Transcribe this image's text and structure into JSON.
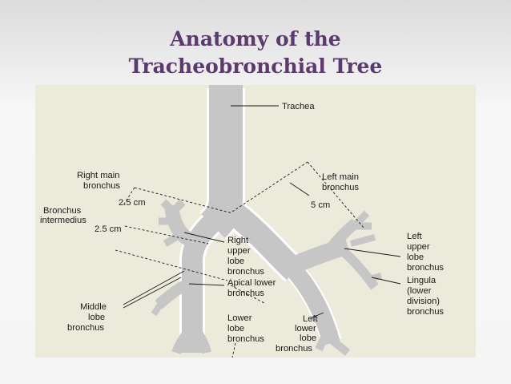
{
  "slide": {
    "title_line1": "Anatomy of the",
    "title_line2": "Tracheobronchial Tree"
  },
  "diagram": {
    "labels": {
      "trachea": "Trachea",
      "right_main_bronchus": [
        "Right main",
        "bronchus"
      ],
      "right_2_5cm_upper": "2.5 cm",
      "bronchus_intermedius": [
        "Bronchus",
        "intermedius"
      ],
      "right_2_5cm_lower": "2.5 cm",
      "left_main_bronchus": [
        "Left main",
        "bronchus"
      ],
      "left_5cm": "5 cm",
      "right_upper_lobe_bronchus": [
        "Right",
        "upper",
        "lobe",
        "bronchus"
      ],
      "apical_lower_bronchus": [
        "Apical lower",
        "bronchus"
      ],
      "middle_lobe_bronchus": [
        "Middle",
        "lobe",
        "bronchus"
      ],
      "lower_lobe_bronchus": [
        "Lower",
        "lobe",
        "bronchus"
      ],
      "left_lower_lobe_bronchus": [
        "Left",
        "lower",
        "lobe",
        "bronchus"
      ],
      "left_upper_lobe_bronchus": [
        "Left",
        "upper",
        "lobe",
        "bronchus"
      ],
      "lingula_bronchus": [
        "Lingula",
        "(lower",
        "division)",
        "bronchus"
      ]
    },
    "colors": {
      "panel_background": "#ecebdb",
      "airway_fill": "#c6c6c6",
      "title": "#5b3a6e"
    }
  }
}
